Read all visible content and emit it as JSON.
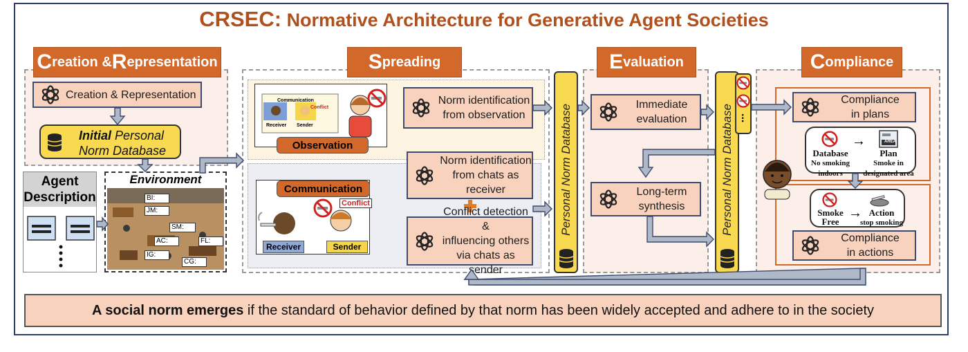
{
  "title": {
    "lead": "CRSEC:",
    "rest": "Normative Architecture for Generative Agent Societies"
  },
  "stages": {
    "creation": {
      "cap1": "C",
      "rest1": "reation & ",
      "cap2": "R",
      "rest2": "epresentation"
    },
    "spreading": {
      "cap": "S",
      "rest": "preading"
    },
    "evaluation": {
      "cap": "E",
      "rest": "valuation"
    },
    "compliance": {
      "cap": "C",
      "rest": "ompliance"
    }
  },
  "creation": {
    "module": "Creation & Representation",
    "db_bold": "Initial",
    "db_rest": " Personal",
    "db_line2": "Norm Database"
  },
  "agent": {
    "title_line1": "Agent",
    "title_line2": "Description"
  },
  "environment": {
    "title": "Environment",
    "tags": [
      "BI:",
      "JM:",
      "SM:",
      "AC:",
      "FL:",
      "IG:",
      "CG:"
    ]
  },
  "spreading": {
    "observation_label": "Observation",
    "obs_sign": "Communication",
    "obs_conflict": "Conflict",
    "obs_receiver": "Receiver",
    "obs_sender": "Sender",
    "obs_module_l1": "Norm identification",
    "obs_module_l2": "from observation",
    "communication_label": "Communication",
    "comm_conflict": "Conflict",
    "comm_receiver": "Receiver",
    "comm_sender": "Sender",
    "recv_module_l1": "Norm identification",
    "recv_module_l2": "from chats as",
    "recv_module_l3": "receiver",
    "send_module_l1": "Conflict detection &",
    "send_module_l2": "influencing others",
    "send_module_l3": "via chats as sender"
  },
  "database_label": "Personal Norm Database",
  "evaluation": {
    "immediate_l1": "Immediate",
    "immediate_l2": "evaluation",
    "longterm_l1": "Long-term",
    "longterm_l2": "synthesis"
  },
  "db2_dots": "...",
  "compliance": {
    "plans_l1": "Compliance",
    "plans_l2": "in plans",
    "plan_db_title": "Database",
    "plan_db_sub1": "No smoking",
    "plan_db_sub2": "indoors",
    "plan_arrow": "→",
    "plan_title": "Plan",
    "plan_sub1": "Smoke in",
    "plan_sub2": "designated area",
    "area_sign": "AREA",
    "act_l1": "Smoke",
    "act_l2": "Free",
    "act_arrow": "→",
    "action_title": "Action",
    "action_sub": "stop smoking",
    "actions_l1": "Compliance",
    "actions_l2": "in actions"
  },
  "footer": {
    "bold": "A social norm emerges",
    "rest": " if the standard of behavior defined by that norm has been widely accepted and adhere to in the society"
  },
  "colors": {
    "stage_header": "#d2692a",
    "title": "#b0501c",
    "module": "#f9d2bd",
    "database": "#f9d94f",
    "receiver": "#8fa9d8",
    "sender": "#f5d54a"
  }
}
